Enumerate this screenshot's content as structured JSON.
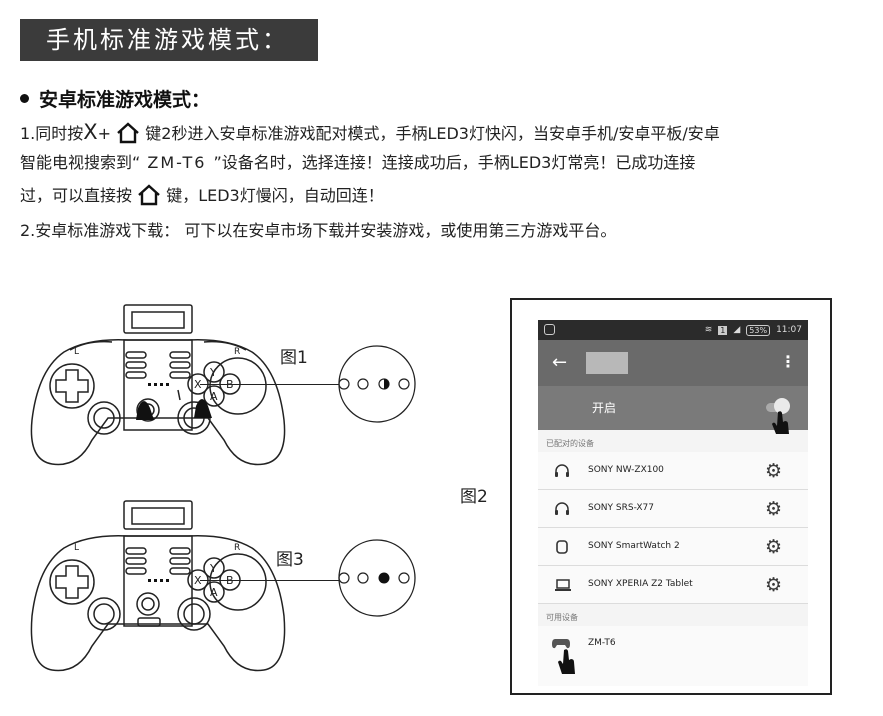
{
  "header": {
    "title": "手机标准游戏模式："
  },
  "section": {
    "heading": "安卓标准游戏模式："
  },
  "paragraphs": {
    "p1_a": "1.同时按",
    "p1_x": "X",
    "p1_plus": "+",
    "p1_b": "键2秒进入安卓标准游戏配对模式，手柄LED3灯快闪，当安卓手机/安卓平板/安卓",
    "p2_a": "智能电视搜索到“",
    "p2_name": " ZM-T6 ",
    "p2_b": "”设备名时，选择连接！连接成功后，手柄LED3灯常亮！已成功连接",
    "p3_a": "过，可以直接按",
    "p3_b": "键，LED3灯慢闪，自动回连！",
    "p4": "2.安卓标准游戏下载： 可下以在安卓市场下载并安装游戏，或使用第三方游戏平台。"
  },
  "figures": {
    "fig1": "图1",
    "fig2": "图2",
    "fig3": "图3"
  },
  "gamepad": {
    "btn_y": "Y",
    "btn_x": "X",
    "btn_b": "B",
    "btn_a": "A",
    "shoulder_l": "L",
    "shoulder_r": "R"
  },
  "phone": {
    "status": {
      "battery": "53%",
      "time": "11:07",
      "sim": "1"
    },
    "switch_label": "开启",
    "paired_header": "已配对的设备",
    "paired_devices": [
      {
        "name": "SONY NW-ZX100",
        "icon": "headphones-icon"
      },
      {
        "name": "SONY SRS-X77",
        "icon": "headphones-icon"
      },
      {
        "name": "SONY SmartWatch 2",
        "icon": "watch-icon"
      },
      {
        "name": "SONY XPERIA Z2 Tablet",
        "icon": "laptop-icon"
      }
    ],
    "available_header": "可用设备",
    "available_devices": [
      {
        "name": "ZM-T6",
        "icon": "gamepad-icon"
      }
    ]
  }
}
